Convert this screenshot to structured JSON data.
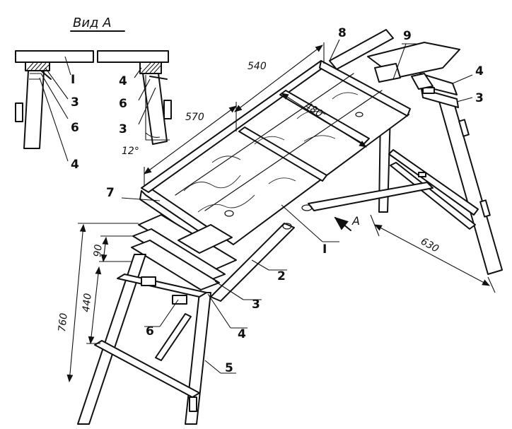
{
  "inset": {
    "title": "Вид А",
    "labels": [
      "I",
      "3",
      "6",
      "4",
      "4",
      "6",
      "3"
    ],
    "angle": "12°"
  },
  "dimensions": {
    "d540": "540",
    "d570": "570",
    "d480": "480",
    "d630": "630",
    "d760": "760",
    "d90": "90",
    "d440": "440"
  },
  "callouts": {
    "c1": "I",
    "c2": "2",
    "c3a": "3",
    "c3b": "3",
    "c4a": "4",
    "c4b": "4",
    "c5": "5",
    "c6": "6",
    "c7": "7",
    "c8": "8",
    "c9": "9"
  },
  "arrow_label": "A"
}
